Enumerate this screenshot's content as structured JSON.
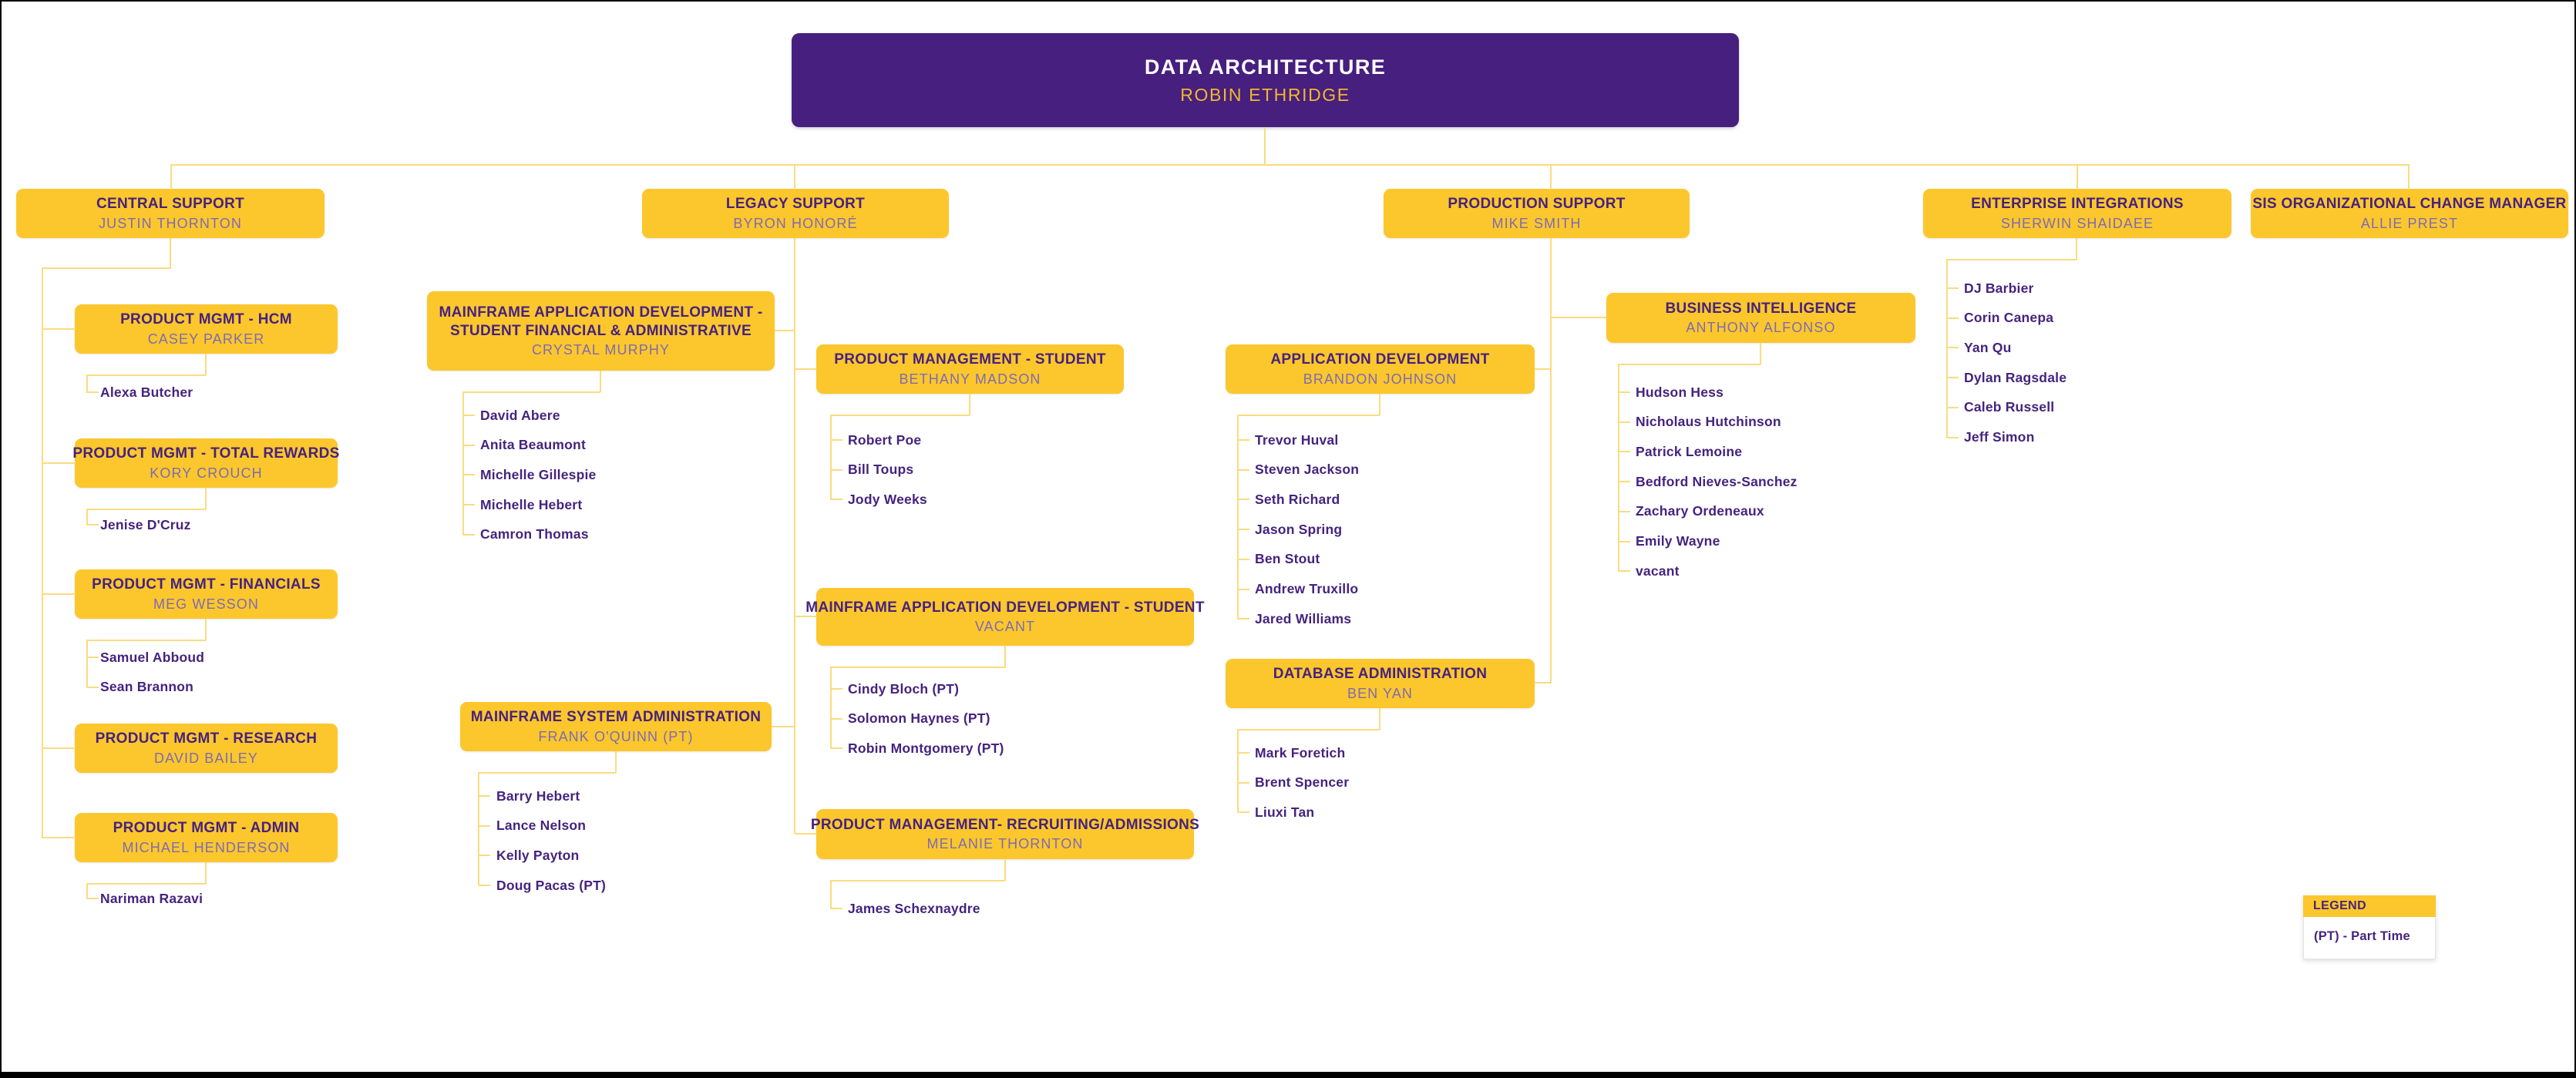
{
  "root": {
    "title": "DATA ARCHITECTURE",
    "name": "ROBIN ETHRIDGE"
  },
  "nodes": {
    "central_support": {
      "title": "CENTRAL SUPPORT",
      "name": "JUSTIN THORNTON"
    },
    "legacy_support": {
      "title": "LEGACY SUPPORT",
      "name": "BYRON HONORÉ"
    },
    "production_support": {
      "title": "PRODUCTION SUPPORT",
      "name": "MIKE SMITH"
    },
    "enterprise_integrations": {
      "title": "ENTERPRISE INTEGRATIONS",
      "name": "SHERWIN SHAIDAEE",
      "members": [
        "DJ Barbier",
        "Corin Canepa",
        "Yan Qu",
        "Dylan Ragsdale",
        "Caleb Russell",
        "Jeff Simon"
      ]
    },
    "sis_change_manager": {
      "title": "SIS ORGANIZATIONAL CHANGE MANAGER",
      "name": "ALLIE PREST"
    },
    "pm_hcm": {
      "title": "PRODUCT MGMT - HCM",
      "name": "CASEY PARKER",
      "members": [
        "Alexa Butcher"
      ]
    },
    "pm_total_rewards": {
      "title": "PRODUCT MGMT - TOTAL REWARDS",
      "name": "KORY CROUCH",
      "members": [
        "Jenise D'Cruz"
      ]
    },
    "pm_financials": {
      "title": "PRODUCT MGMT - FINANCIALS",
      "name": "MEG WESSON",
      "members": [
        "Samuel Abboud",
        "Sean Brannon"
      ]
    },
    "pm_research": {
      "title": "PRODUCT MGMT - RESEARCH",
      "name": "DAVID BAILEY",
      "members": []
    },
    "pm_admin": {
      "title": "PRODUCT MGMT - ADMIN",
      "name": "MICHAEL HENDERSON",
      "members": [
        "Nariman Razavi"
      ]
    },
    "mainframe_app_dev_sfa": {
      "title": "MAINFRAME APPLICATION  DEVELOPMENT - STUDENT FINANCIAL & ADMINISTRATIVE",
      "name": "CRYSTAL MURPHY",
      "members": [
        "David Abere",
        "Anita Beaumont",
        "Michelle Gillespie",
        "Michelle Hebert",
        "Camron Thomas"
      ]
    },
    "mainframe_system_admin": {
      "title": "MAINFRAME SYSTEM ADMINISTRATION",
      "name": "FRANK O'QUINN (PT)",
      "members": [
        "Barry Hebert",
        "Lance Nelson",
        "Kelly Payton",
        "Doug Pacas (PT)"
      ]
    },
    "pm_student": {
      "title": "PRODUCT MANAGEMENT - STUDENT",
      "name": "BETHANY MADSON",
      "members": [
        "Robert Poe",
        "Bill Toups",
        "Jody Weeks"
      ]
    },
    "mainframe_app_dev_student": {
      "title": "MAINFRAME APPLICATION DEVELOPMENT - STUDENT",
      "name": "VACANT",
      "members": [
        "Cindy Bloch (PT)",
        "Solomon Haynes (PT)",
        "Robin Montgomery (PT)"
      ]
    },
    "pm_recruiting_admissions": {
      "title": "PRODUCT MANAGEMENT- RECRUITING/ADMISSIONS",
      "name": "MELANIE THORNTON",
      "members": [
        "James Schexnaydre"
      ]
    },
    "application_development": {
      "title": "APPLICATION DEVELOPMENT",
      "name": "BRANDON JOHNSON",
      "members": [
        "Trevor Huval",
        "Steven Jackson",
        "Seth Richard",
        "Jason Spring",
        "Ben Stout",
        "Andrew Truxillo",
        "Jared Williams"
      ]
    },
    "database_administration": {
      "title": "DATABASE ADMINISTRATION",
      "name": "BEN YAN",
      "members": [
        "Mark Foretich",
        "Brent Spencer",
        "Liuxi Tan"
      ]
    },
    "business_intelligence": {
      "title": "BUSINESS INTELLIGENCE",
      "name": "ANTHONY ALFONSO",
      "members": [
        "Hudson Hess",
        "Nicholaus Hutchinson",
        "Patrick Lemoine",
        "Bedford Nieves-Sanchez",
        "Zachary Ordeneaux",
        "Emily Wayne",
        "vacant"
      ]
    }
  },
  "legend": {
    "title": "LEGEND",
    "entries": [
      "(PT) - Part Time"
    ]
  },
  "colors": {
    "purple": "#471F7E",
    "gold": "#FCC72C",
    "line": "#F8DC82",
    "title_text": "#46227F",
    "name_text": "#7D6BB3",
    "member_text": "#45237E",
    "root_name_text": "#F2B72E",
    "frame": "#000000"
  }
}
